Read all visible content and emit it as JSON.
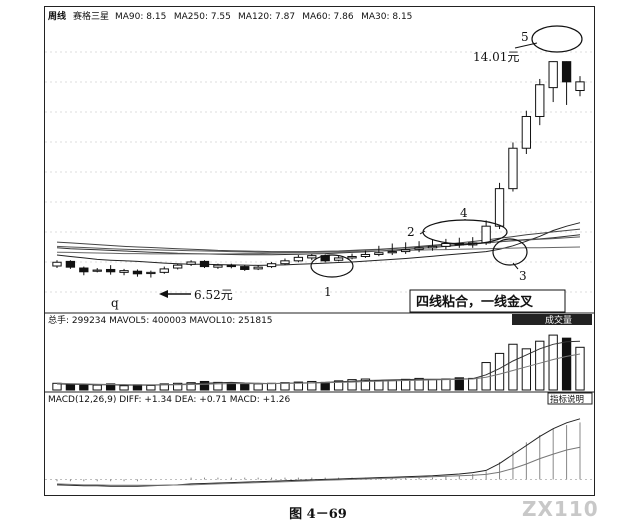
{
  "chart_data": [
    {
      "type": "candlestick",
      "panel": "price",
      "header": {
        "period": "周线",
        "stock": "赛格三星",
        "ma_items": [
          {
            "label": "MA90:",
            "value": "8.15"
          },
          {
            "label": "MA250:",
            "value": "7.55"
          },
          {
            "label": "MA120:",
            "value": "7.87"
          },
          {
            "label": "MA60:",
            "value": "7.86"
          },
          {
            "label": "MA30:",
            "value": "8.15"
          }
        ]
      },
      "ylim": [
        5.5,
        15.2
      ],
      "candles": [
        {
          "o": 6.92,
          "c": 7.05,
          "h": 7.12,
          "l": 6.85,
          "up": true
        },
        {
          "o": 7.08,
          "c": 6.88,
          "h": 7.12,
          "l": 6.82,
          "up": false
        },
        {
          "o": 6.85,
          "c": 6.72,
          "h": 6.9,
          "l": 6.6,
          "up": false
        },
        {
          "o": 6.75,
          "c": 6.78,
          "h": 6.85,
          "l": 6.7,
          "up": true
        },
        {
          "o": 6.8,
          "c": 6.72,
          "h": 6.95,
          "l": 6.62,
          "up": false
        },
        {
          "o": 6.7,
          "c": 6.76,
          "h": 6.82,
          "l": 6.6,
          "up": true
        },
        {
          "o": 6.74,
          "c": 6.65,
          "h": 6.8,
          "l": 6.55,
          "up": false
        },
        {
          "o": 6.66,
          "c": 6.7,
          "h": 6.76,
          "l": 6.52,
          "up": true
        },
        {
          "o": 6.7,
          "c": 6.82,
          "h": 6.9,
          "l": 6.65,
          "up": true
        },
        {
          "o": 6.85,
          "c": 6.95,
          "h": 7.0,
          "l": 6.8,
          "up": true
        },
        {
          "o": 6.98,
          "c": 7.06,
          "h": 7.12,
          "l": 6.92,
          "up": true
        },
        {
          "o": 7.08,
          "c": 6.9,
          "h": 7.12,
          "l": 6.85,
          "up": false
        },
        {
          "o": 6.88,
          "c": 6.95,
          "h": 7.0,
          "l": 6.82,
          "up": true
        },
        {
          "o": 6.95,
          "c": 6.9,
          "h": 7.0,
          "l": 6.84,
          "up": false
        },
        {
          "o": 6.9,
          "c": 6.8,
          "h": 6.95,
          "l": 6.75,
          "up": false
        },
        {
          "o": 6.82,
          "c": 6.88,
          "h": 6.95,
          "l": 6.78,
          "up": true
        },
        {
          "o": 6.9,
          "c": 7.0,
          "h": 7.06,
          "l": 6.85,
          "up": true
        },
        {
          "o": 7.0,
          "c": 7.1,
          "h": 7.18,
          "l": 6.96,
          "up": true
        },
        {
          "o": 7.1,
          "c": 7.22,
          "h": 7.3,
          "l": 7.05,
          "up": true
        },
        {
          "o": 7.2,
          "c": 7.28,
          "h": 7.34,
          "l": 7.12,
          "up": true
        },
        {
          "o": 7.28,
          "c": 7.1,
          "h": 7.32,
          "l": 7.05,
          "up": false
        },
        {
          "o": 7.12,
          "c": 7.2,
          "h": 7.3,
          "l": 7.08,
          "up": true
        },
        {
          "o": 7.2,
          "c": 7.25,
          "h": 7.35,
          "l": 7.15,
          "up": true
        },
        {
          "o": 7.25,
          "c": 7.32,
          "h": 7.45,
          "l": 7.2,
          "up": true
        },
        {
          "o": 7.32,
          "c": 7.38,
          "h": 7.62,
          "l": 7.26,
          "up": true
        },
        {
          "o": 7.38,
          "c": 7.42,
          "h": 7.7,
          "l": 7.3,
          "up": true
        },
        {
          "o": 7.42,
          "c": 7.48,
          "h": 7.74,
          "l": 7.34,
          "up": true
        },
        {
          "o": 7.5,
          "c": 7.55,
          "h": 7.78,
          "l": 7.4,
          "up": true
        },
        {
          "o": 7.55,
          "c": 7.6,
          "h": 7.82,
          "l": 7.45,
          "up": true
        },
        {
          "o": 7.6,
          "c": 7.7,
          "h": 7.86,
          "l": 7.5,
          "up": true
        },
        {
          "o": 7.7,
          "c": 7.65,
          "h": 7.9,
          "l": 7.55,
          "up": false
        },
        {
          "o": 7.65,
          "c": 7.72,
          "h": 7.92,
          "l": 7.55,
          "up": true
        },
        {
          "o": 7.72,
          "c": 8.3,
          "h": 8.5,
          "l": 7.65,
          "up": true
        },
        {
          "o": 8.3,
          "c": 9.6,
          "h": 9.8,
          "l": 8.2,
          "up": true
        },
        {
          "o": 9.6,
          "c": 11.0,
          "h": 11.2,
          "l": 9.5,
          "up": true
        },
        {
          "o": 11.0,
          "c": 12.1,
          "h": 12.3,
          "l": 10.8,
          "up": true
        },
        {
          "o": 12.1,
          "c": 13.2,
          "h": 13.4,
          "l": 11.8,
          "up": true
        },
        {
          "o": 13.1,
          "c": 14.0,
          "h": 14.01,
          "l": 12.6,
          "up": true
        },
        {
          "o": 14.0,
          "c": 13.3,
          "h": 14.01,
          "l": 12.5,
          "up": false
        },
        {
          "o": 13.3,
          "c": 13.0,
          "h": 13.5,
          "l": 12.8,
          "up": true
        }
      ],
      "ma_lines": [
        {
          "name": "MA30",
          "values": [
            7.3,
            7.25,
            7.2,
            7.15,
            7.12,
            7.1,
            7.08,
            7.05,
            7.02,
            7.0,
            6.98,
            6.98,
            6.97,
            6.96,
            6.95,
            6.94,
            6.95,
            6.96,
            6.98,
            7.0,
            7.02,
            7.04,
            7.06,
            7.09,
            7.12,
            7.15,
            7.18,
            7.22,
            7.26,
            7.3,
            7.34,
            7.38,
            7.42,
            7.5,
            7.62,
            7.78,
            7.95,
            8.15,
            8.3,
            8.42
          ]
        },
        {
          "name": "MA60",
          "values": [
            7.55,
            7.52,
            7.5,
            7.48,
            7.46,
            7.44,
            7.42,
            7.4,
            7.38,
            7.36,
            7.35,
            7.34,
            7.33,
            7.32,
            7.31,
            7.31,
            7.31,
            7.32,
            7.33,
            7.34,
            7.35,
            7.37,
            7.39,
            7.41,
            7.44,
            7.47,
            7.5,
            7.53,
            7.56,
            7.6,
            7.64,
            7.68,
            7.72,
            7.76,
            7.8,
            7.84,
            7.86,
            7.9,
            7.95,
            8.0
          ]
        },
        {
          "name": "MA90",
          "values": [
            7.75,
            7.72,
            7.69,
            7.66,
            7.63,
            7.6,
            7.58,
            7.56,
            7.54,
            7.52,
            7.5,
            7.48,
            7.46,
            7.45,
            7.44,
            7.43,
            7.42,
            7.42,
            7.42,
            7.42,
            7.43,
            7.44,
            7.46,
            7.48,
            7.5,
            7.53,
            7.56,
            7.6,
            7.64,
            7.68,
            7.72,
            7.77,
            7.82,
            7.88,
            7.94,
            8.0,
            8.05,
            8.1,
            8.15,
            8.2
          ]
        },
        {
          "name": "MA120",
          "values": [
            7.6,
            7.58,
            7.56,
            7.54,
            7.52,
            7.5,
            7.49,
            7.48,
            7.47,
            7.46,
            7.45,
            7.44,
            7.43,
            7.42,
            7.41,
            7.4,
            7.4,
            7.4,
            7.4,
            7.41,
            7.42,
            7.43,
            7.45,
            7.47,
            7.49,
            7.52,
            7.55,
            7.58,
            7.61,
            7.64,
            7.67,
            7.7,
            7.73,
            7.76,
            7.79,
            7.82,
            7.85,
            7.87,
            7.9,
            7.93
          ]
        },
        {
          "name": "MA250",
          "values": [
            7.4,
            7.39,
            7.38,
            7.37,
            7.36,
            7.35,
            7.35,
            7.34,
            7.34,
            7.34,
            7.34,
            7.34,
            7.34,
            7.34,
            7.35,
            7.35,
            7.36,
            7.37,
            7.38,
            7.39,
            7.4,
            7.41,
            7.42,
            7.43,
            7.44,
            7.45,
            7.46,
            7.47,
            7.48,
            7.49,
            7.5,
            7.51,
            7.52,
            7.53,
            7.54,
            7.55,
            7.55,
            7.56,
            7.57,
            7.58
          ]
        }
      ],
      "annotations": {
        "low_price": "6.52元",
        "high_price": "14.01元",
        "box_text": "四线粘合，一线金叉",
        "markers": [
          "1",
          "2",
          "3",
          "4",
          "5"
        ],
        "stray_q": "q"
      }
    },
    {
      "type": "bar",
      "panel": "volume",
      "header": "总手: 299234  MAVOL5: 400003  MAVOL10: 251815",
      "button": "成交量",
      "volumes": [
        22,
        18,
        15,
        16,
        20,
        14,
        17,
        15,
        20,
        22,
        24,
        28,
        25,
        22,
        18,
        20,
        22,
        24,
        26,
        28,
        25,
        30,
        34,
        36,
        30,
        32,
        35,
        38,
        34,
        36,
        40,
        38,
        90,
        120,
        150,
        135,
        160,
        180,
        170,
        140
      ],
      "ma5": [
        20,
        19,
        18,
        17,
        17,
        16,
        16,
        16,
        17,
        18,
        20,
        22,
        24,
        25,
        23,
        22,
        21,
        22,
        23,
        24,
        25,
        27,
        29,
        31,
        32,
        33,
        34,
        35,
        35,
        35,
        36,
        37,
        50,
        70,
        95,
        115,
        135,
        150,
        158,
        160
      ],
      "ma10": [
        22,
        21,
        20,
        19,
        18,
        18,
        17,
        17,
        17,
        17,
        18,
        19,
        20,
        21,
        21,
        21,
        21,
        22,
        22,
        23,
        24,
        25,
        26,
        28,
        29,
        30,
        31,
        32,
        33,
        34,
        35,
        36,
        42,
        52,
        64,
        76,
        88,
        100,
        110,
        118
      ],
      "ylim": [
        0,
        200
      ]
    },
    {
      "type": "line",
      "panel": "macd",
      "header": "MACD(12,26,9)  DIFF: +1.34  DEA: +0.71  MACD: +1.26",
      "button": "指标说明",
      "diff": [
        -0.12,
        -0.13,
        -0.14,
        -0.14,
        -0.15,
        -0.15,
        -0.15,
        -0.14,
        -0.13,
        -0.12,
        -0.1,
        -0.09,
        -0.08,
        -0.07,
        -0.06,
        -0.05,
        -0.04,
        -0.03,
        -0.02,
        -0.01,
        0.0,
        0.01,
        0.02,
        0.03,
        0.04,
        0.05,
        0.06,
        0.07,
        0.08,
        0.1,
        0.12,
        0.15,
        0.2,
        0.35,
        0.55,
        0.75,
        0.95,
        1.12,
        1.25,
        1.34
      ],
      "dea": [
        -0.1,
        -0.11,
        -0.12,
        -0.12,
        -0.13,
        -0.13,
        -0.13,
        -0.13,
        -0.13,
        -0.12,
        -0.12,
        -0.11,
        -0.1,
        -0.09,
        -0.08,
        -0.07,
        -0.06,
        -0.05,
        -0.04,
        -0.03,
        -0.02,
        -0.01,
        0.0,
        0.01,
        0.02,
        0.03,
        0.04,
        0.05,
        0.06,
        0.07,
        0.08,
        0.09,
        0.11,
        0.16,
        0.24,
        0.34,
        0.46,
        0.56,
        0.65,
        0.71
      ],
      "ylim": [
        -0.3,
        1.6
      ]
    }
  ],
  "caption": "图 4－69",
  "watermark": "ZX110"
}
